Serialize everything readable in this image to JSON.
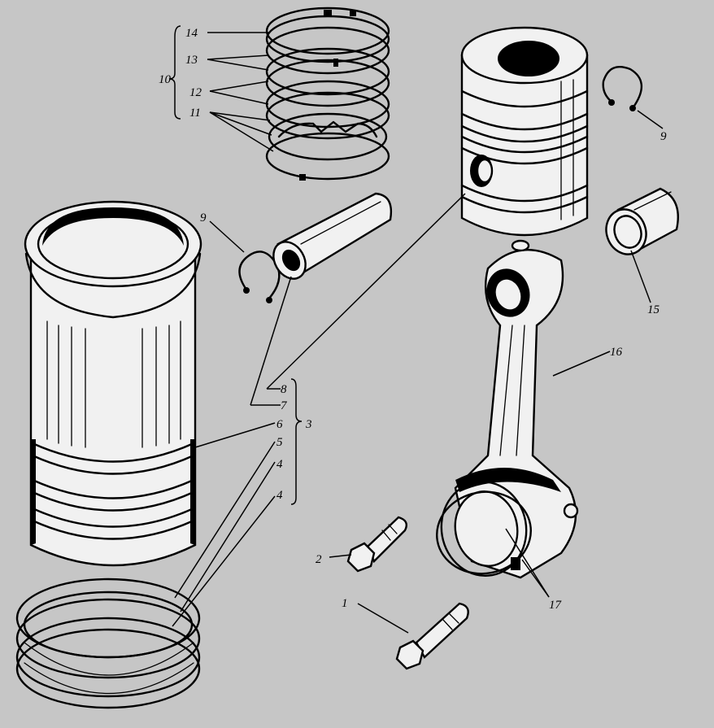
{
  "labels": {
    "l1": "1",
    "l2": "2",
    "l3": "3",
    "l4a": "4",
    "l4b": "4",
    "l5": "5",
    "l6": "6",
    "l7": "7",
    "l8": "8",
    "l9a": "9",
    "l9b": "9",
    "l10": "10",
    "l11": "11",
    "l12": "12",
    "l13": "13",
    "l14": "14",
    "l15": "15",
    "l16": "16",
    "l17": "17"
  },
  "colors": {
    "background": "#c6c6c6",
    "ink": "#000000",
    "paper": "#f1f1f1"
  }
}
